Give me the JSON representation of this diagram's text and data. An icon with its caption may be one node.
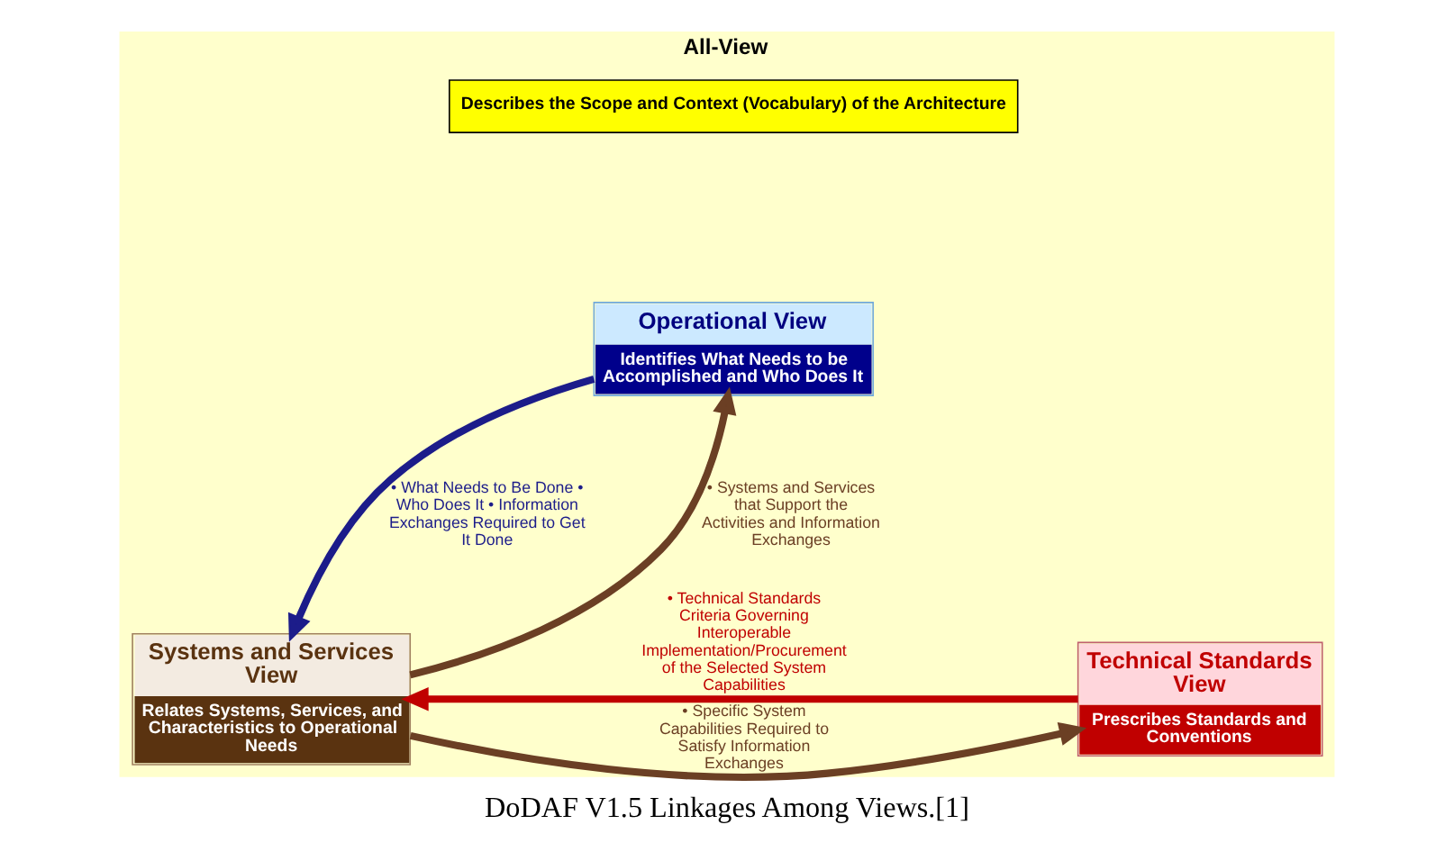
{
  "diagram": {
    "caption": "DoDAF V1.5 Linkages Among Views.[1]",
    "nodes": [
      {
        "text": [
          "All-View"
        ]
      },
      {
        "text": [
          "Describes the Scope and Context (Vocabulary) of the Architecture"
        ],
        "in": 0
      },
      {
        "text": [
          "Operational View",
          "Identifies What Needs to be Accomplished and Who Does It"
        ],
        "in": 0
      },
      {
        "text": [
          "Systems and Services View",
          "Relates Systems, Services, and Characteristics to Operational Needs"
        ],
        "in": 0
      },
      {
        "text": [
          "Technical Standards View",
          "Prescribes Standards and Conventions"
        ],
        "in": 0
      }
    ],
    "edges": [
      {
        "from": 2,
        "to": 3,
        "arrow": "to",
        "color": "#1c1c8a",
        "label": "• What Needs to Be Done • Who Does It • Information Exchanges Required to Get It Done"
      },
      {
        "from": 3,
        "to": 2,
        "arrow": "to",
        "color": "#6b3f24",
        "label": "• Systems and Services that Support the Activities and Information Exchanges"
      },
      {
        "from": 3,
        "to": 4,
        "arrow": "to",
        "color": "#6b3f24",
        "label": "• Specific System Capabilities Required to Satisfy Information Exchanges"
      },
      {
        "from": 4,
        "to": 3,
        "arrow": "to",
        "color": "#c00000",
        "label": "• Technical Standards Criteria Governing Interoperable Implementation/Procurement of the Selected System Capabilities"
      }
    ]
  }
}
